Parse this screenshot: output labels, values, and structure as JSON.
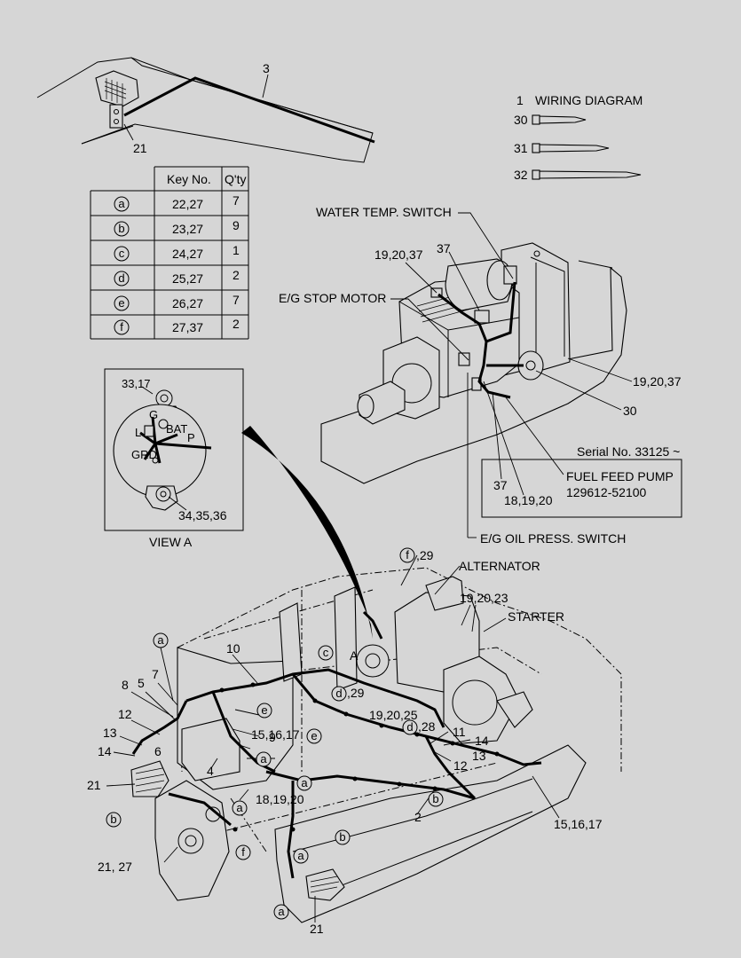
{
  "legend": {
    "items": [
      {
        "no": "1",
        "name": "WIRING DIAGRAM"
      },
      {
        "no": "30"
      },
      {
        "no": "31"
      },
      {
        "no": "32"
      }
    ]
  },
  "key_table": {
    "headers": [
      "Key No.",
      "Q'ty"
    ],
    "rows": [
      {
        "mark": "a",
        "key": "22,27",
        "qty": "7"
      },
      {
        "mark": "b",
        "key": "23,27",
        "qty": "9"
      },
      {
        "mark": "c",
        "key": "24,27",
        "qty": "1"
      },
      {
        "mark": "d",
        "key": "25,27",
        "qty": "2"
      },
      {
        "mark": "e",
        "key": "26,27",
        "qty": "7"
      },
      {
        "mark": "f",
        "key": "27,37",
        "qty": "2"
      }
    ]
  },
  "boom_detail": {
    "harness_ref": "3",
    "lamp_ref": "21"
  },
  "engine_detail": {
    "water_temp_switch": "WATER TEMP. SWITCH",
    "stop_motor": "E/G STOP MOTOR",
    "oil_press_switch": "E/G OIL PRESS. SWITCH",
    "ref_19_20_37_a": "19,20,37",
    "ref_37_top": "37",
    "ref_19_20_37_b": "19,20,37",
    "ref_30": "30",
    "ref_37_bottom": "37",
    "ref_18_19_20": "18,19,20",
    "serial": "Serial No. 33125 ~",
    "fuel_pump_name": "FUEL FEED PUMP",
    "fuel_pump_part": "129612-52100"
  },
  "view_a": {
    "title": "VIEW  A",
    "ref_top": "33,17",
    "ref_bottom": "34,35,36",
    "term_g": "G",
    "term_l": "L",
    "term_bat": "BAT",
    "term_p": "P",
    "term_grd": "GRD"
  },
  "main_view": {
    "alternator": "ALTERNATOR",
    "starter": "STARTER",
    "marker_a_letter": "A",
    "refs": {
      "f29": ",29",
      "r19_20_23": "19,20,23",
      "r10": "10",
      "r7": "7",
      "r8": "8",
      "r5": "5",
      "r12a": "12",
      "r13a": "13",
      "r14a": "14",
      "r6": "6",
      "r4": "4",
      "r21a": "21",
      "r9": "9",
      "r15_16_17a": "15,16,17",
      "r18_19_20": "18,19,20",
      "r21_27": "21, 27",
      "r21b": "21",
      "r2": "2",
      "r15_16_17b": "15,16,17",
      "r11": "11",
      "r14b": "14",
      "r13b": "13",
      "r12b": "12",
      "r28": ",28",
      "r29d": ",29",
      "r19_20_25": "19,20,25"
    },
    "marks": [
      "a",
      "b",
      "c",
      "d",
      "e",
      "f"
    ]
  }
}
